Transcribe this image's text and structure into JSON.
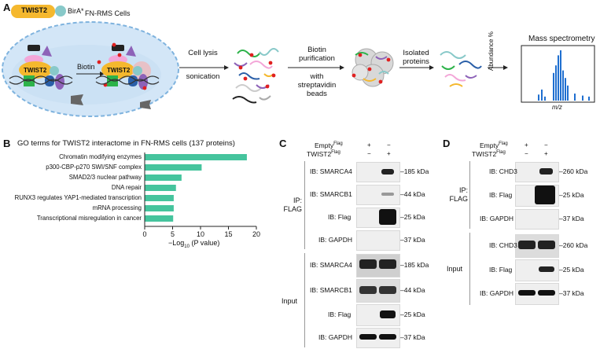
{
  "panels": {
    "A": {
      "letter": "A",
      "bait_label": "TWIST2",
      "enzyme_label": "BirA*",
      "cells_label": "FN-RMS Cells",
      "biotin_label": "Biotin",
      "step1_line1": "Cell lysis",
      "step1_line2": "sonication",
      "step2_line1": "Biotin",
      "step2_line2": "purification",
      "step2_line3": "with",
      "step2_line4": "streptavidin",
      "step2_line5": "beads",
      "step3_line1": "Isolated",
      "step3_line2": "proteins",
      "ms_title": "Mass spectrometry",
      "ms_ylabel": "Abundance %",
      "ms_xlabel": "m/z",
      "ms_peaks": [
        0.12,
        0.22,
        0.08,
        0.55,
        0.7,
        0.9,
        1.0,
        0.6,
        0.45,
        0.3,
        0.14,
        0.1,
        0.08
      ]
    },
    "B": {
      "letter": "B",
      "title": "GO terms for TWIST2 interactome in FN-RMS cells (137 proteins)",
      "xlabel_prefix": "−Log",
      "xlabel_sub": "10",
      "xlabel_suffix": " (P value)",
      "ticks": [
        "0",
        "5",
        "10",
        "15",
        "20"
      ]
    },
    "C": {
      "letter": "C",
      "row_empty": "Empty",
      "row_twist": "TWIST2",
      "flag_sup": "Flag",
      "empty_signs": [
        "+",
        "−"
      ],
      "twist_signs": [
        "−",
        "+"
      ],
      "ip_label_1": "IP:",
      "ip_label_2": "FLAG",
      "input_label": "Input",
      "ip_blots": [
        {
          "label": "IB: SMARCA4",
          "kda": "–185 kDa"
        },
        {
          "label": "IB: SMARCB1",
          "kda": "–44 kDa"
        },
        {
          "label": "IB: Flag",
          "kda": "–25 kDa"
        },
        {
          "label": "IB: GAPDH",
          "kda": "–37 kDa"
        }
      ],
      "input_blots": [
        {
          "label": "IB: SMARCA4",
          "kda": "–185 kDa"
        },
        {
          "label": "IB: SMARCB1",
          "kda": "–44 kDa"
        },
        {
          "label": "IB: Flag",
          "kda": "–25 kDa"
        },
        {
          "label": "IB: GAPDH",
          "kda": "–37 kDa"
        }
      ]
    },
    "D": {
      "letter": "D",
      "row_empty": "Empty",
      "row_twist": "TWIST2",
      "flag_sup": "Flag",
      "empty_signs": [
        "+",
        "−"
      ],
      "twist_signs": [
        "−",
        "+"
      ],
      "ip_label_1": "IP:",
      "ip_label_2": "FLAG",
      "input_label": "Input",
      "ip_blots": [
        {
          "label": "IB: CHD3",
          "kda": "–260 kDa"
        },
        {
          "label": "IB: Flag",
          "kda": "–25 kDa"
        },
        {
          "label": "IB: GAPDH",
          "kda": "–37 kDa"
        }
      ],
      "input_blots": [
        {
          "label": "IB: CHD3",
          "kda": "–260 kDa"
        },
        {
          "label": "IB: Flag",
          "kda": "–25 kDa"
        },
        {
          "label": "IB: GAPDH",
          "kda": "–37 kDa"
        }
      ]
    }
  },
  "chart_data": {
    "type": "bar",
    "orientation": "horizontal",
    "title": "GO terms for TWIST2 interactome in FN-RMS cells (137 proteins)",
    "xlabel": "−Log10 (P value)",
    "xlim": [
      0,
      20
    ],
    "categories": [
      "Chromatin modifying enzymes",
      "p300-CBP-p270 SWI/SNF complex",
      "SMAD2/3 nuclear pathway",
      "DNA repair",
      "RUNX3 regulates YAP1-mediated transcription",
      "mRNA processing",
      "Transcriptional misregulation in cancer"
    ],
    "values": [
      18.3,
      10.2,
      6.6,
      5.6,
      5.2,
      5.2,
      5.1
    ],
    "bar_color": "#45c49d"
  }
}
